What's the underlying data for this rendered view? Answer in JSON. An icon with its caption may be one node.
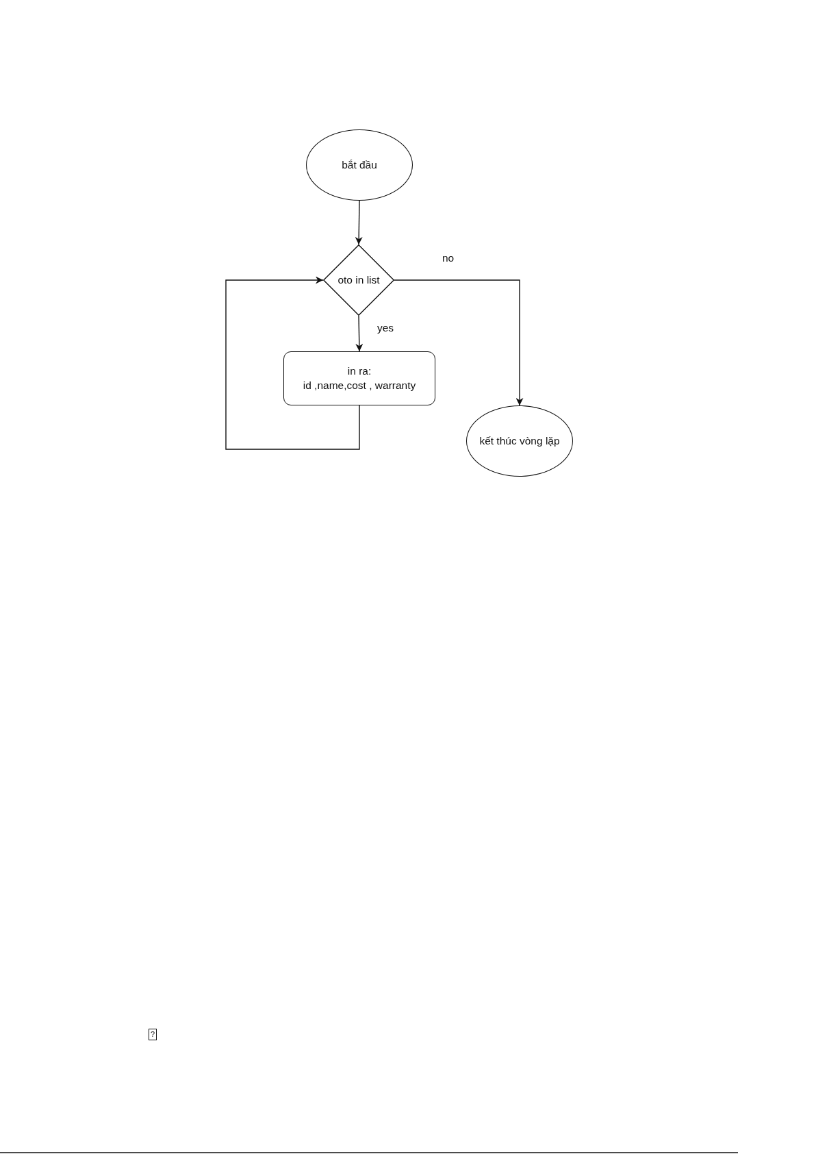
{
  "diagram": {
    "nodes": [
      {
        "text": [
          "bắt đầu"
        ]
      },
      {
        "text": [
          "oto in list"
        ]
      },
      {
        "text": [
          "in ra:",
          "id ,name,cost , warranty"
        ]
      },
      {
        "text": [
          "kết thúc vòng lặp"
        ]
      }
    ],
    "edges": [
      {
        "from": 0,
        "to": 1,
        "arrow": "to"
      },
      {
        "from": 1,
        "to": 3,
        "arrow": "to",
        "label": "no"
      },
      {
        "from": 1,
        "to": 2,
        "arrow": "to",
        "label": "yes"
      },
      {
        "from": 2,
        "to": 1,
        "arrow": "to"
      }
    ],
    "labels": [
      "?"
    ]
  }
}
